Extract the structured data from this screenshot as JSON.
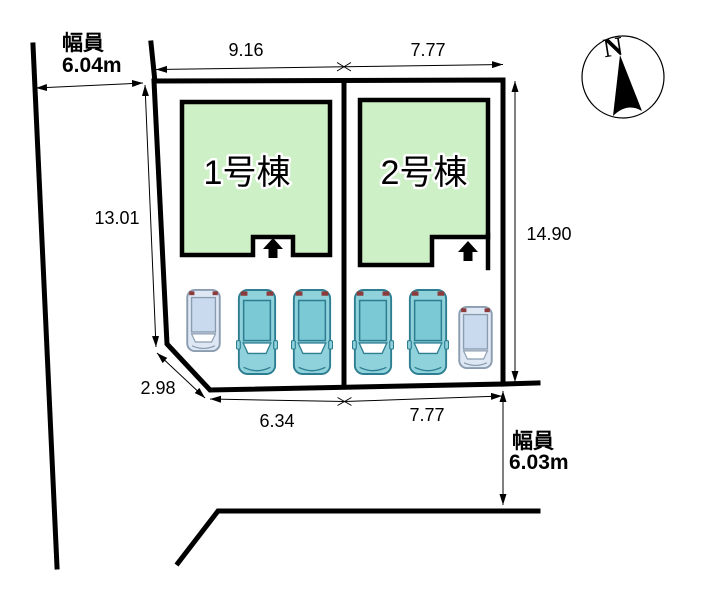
{
  "plan": {
    "compass_label": "N",
    "road_left": {
      "label": "幅員",
      "value": "6.04m"
    },
    "road_bottom": {
      "label": "幅員",
      "value": "6.03m"
    },
    "buildings": [
      {
        "label": "1号棟"
      },
      {
        "label": "2号棟"
      }
    ],
    "dimensions": {
      "top_left_width": "9.16",
      "top_right_width": "7.77",
      "left_depth": "13.01",
      "right_depth": "14.90",
      "corner_chamfer": "2.98",
      "bottom_left_width": "6.34",
      "bottom_right_width": "7.77"
    },
    "colors": {
      "building_fill": "#cdf0c6",
      "line": "#000000",
      "minivan_body": "#8fd2db",
      "minivan_roof": "#7cc9d6",
      "minivan_outline": "#2e7e92",
      "sedan_body": "#dde8f4",
      "sedan_cabin": "#c9daee",
      "sedan_outline": "#8b9cb0",
      "tail_light": "#8d3a3a",
      "windshield": "#ffffff"
    }
  }
}
